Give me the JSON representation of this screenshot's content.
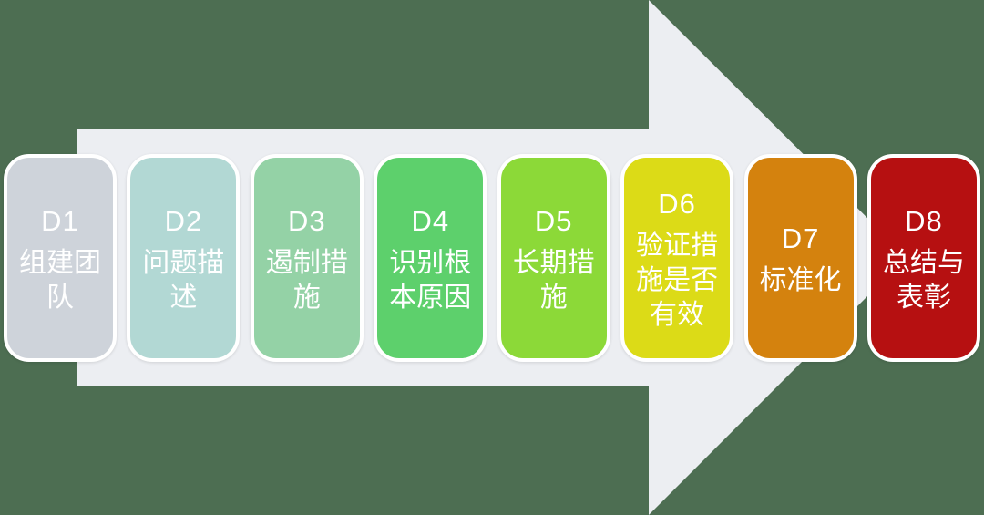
{
  "background_color": "#4d6e52",
  "text_color": "#ffffff",
  "arrow": {
    "name": "process-flow-arrow",
    "color": "#eceef2",
    "direction": "right"
  },
  "steps": [
    {
      "id": "D1",
      "label": "组建团队",
      "color": "#ced3da"
    },
    {
      "id": "D2",
      "label": "问题描述",
      "color": "#b2d8d4"
    },
    {
      "id": "D3",
      "label": "遏制措施",
      "color": "#94d2a6"
    },
    {
      "id": "D4",
      "label": "识别根本原因",
      "color": "#5dd06c"
    },
    {
      "id": "D5",
      "label": "长期措施",
      "color": "#8cd938"
    },
    {
      "id": "D6",
      "label": "验证措施是否有效",
      "color": "#dcdb17"
    },
    {
      "id": "D7",
      "label": "标准化",
      "color": "#d4820e"
    },
    {
      "id": "D8",
      "label": "总结与表彰",
      "color": "#b61011"
    }
  ]
}
